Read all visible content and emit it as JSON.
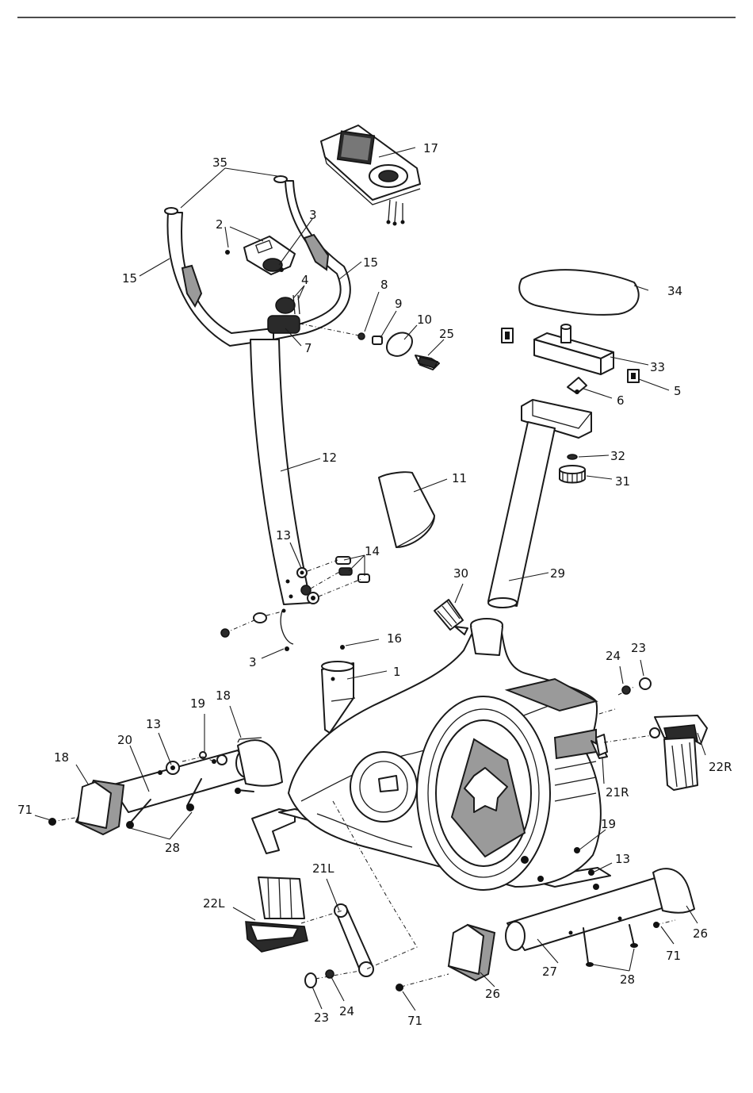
{
  "labels": {
    "1": "1",
    "2": "2",
    "3a": "3",
    "3b": "3",
    "4": "4",
    "5": "5",
    "6": "6",
    "7": "7",
    "8": "8",
    "9": "9",
    "10": "10",
    "11": "11",
    "12": "12",
    "13a": "13",
    "13b": "13",
    "13c": "13",
    "14": "14",
    "15a": "15",
    "15b": "15",
    "16": "16",
    "17": "17",
    "18a": "18",
    "18b": "18",
    "19a": "19",
    "19b": "19",
    "20": "20",
    "21L": "21L",
    "21R": "21R",
    "22L": "22L",
    "22R": "22R",
    "23a": "23",
    "23b": "23",
    "24a": "24",
    "24b": "24",
    "25": "25",
    "26a": "26",
    "26b": "26",
    "27": "27",
    "28a": "28",
    "28b": "28",
    "29": "29",
    "30": "30",
    "31": "31",
    "32": "32",
    "33": "33",
    "34": "34",
    "35": "35",
    "71a": "71",
    "71b": "71",
    "71c": "71"
  }
}
